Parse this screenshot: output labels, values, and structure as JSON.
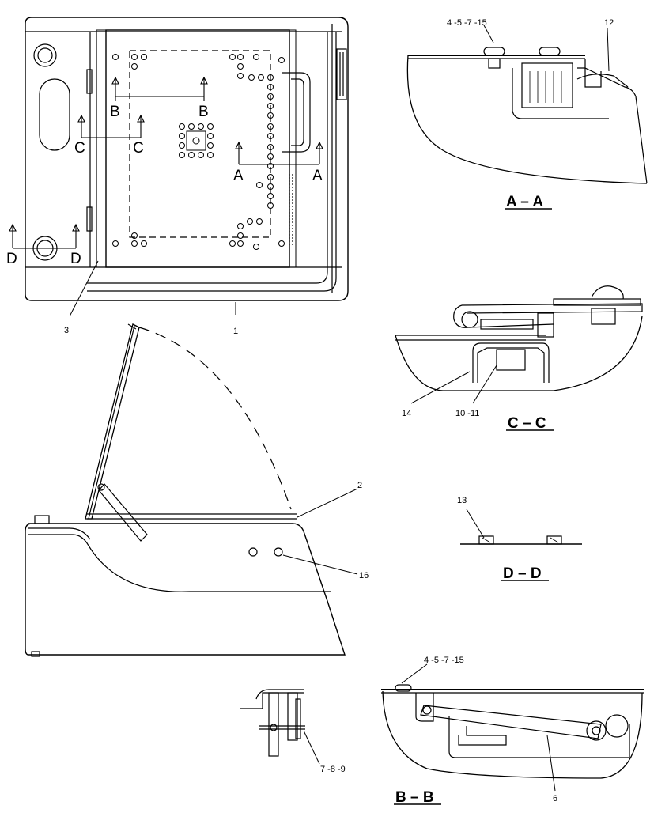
{
  "callouts": {
    "p1": "1",
    "p2": "2",
    "p3": "3",
    "p16": "16",
    "aa_a": "4 -5 -7 -15",
    "aa_b": "12",
    "cc_a": "14",
    "cc_b": "10 -11",
    "dd_a": "13",
    "bb_a": "4 -5 -7 -15",
    "bb_b": "6",
    "hinge": "7 -8 -9"
  },
  "markers": {
    "a": "A",
    "b": "B",
    "c": "C",
    "d": "D"
  },
  "sections": {
    "aa": "A – A",
    "bb": "B – B",
    "cc": "C – C",
    "dd": "D – D"
  }
}
